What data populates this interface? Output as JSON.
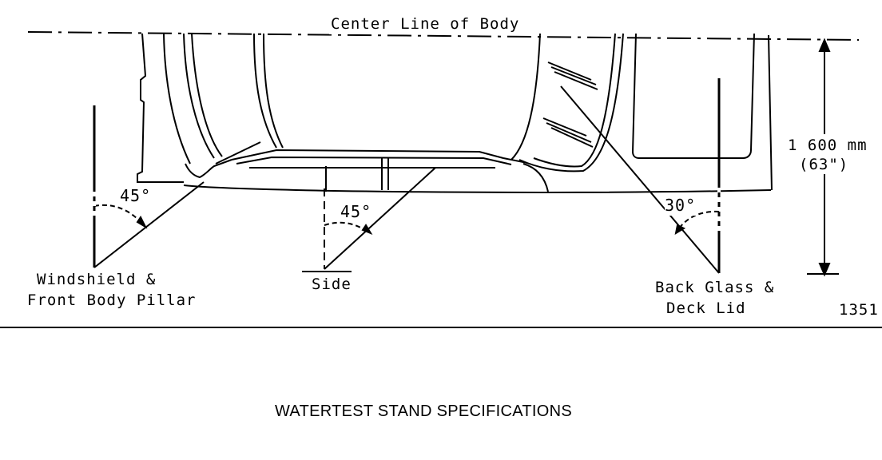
{
  "diagram": {
    "center_line_label": "Center Line of Body",
    "dimension_mm": "1 600 mm",
    "dimension_in": "(63\")",
    "angles": {
      "windshield": "45°",
      "side": "45°",
      "back_glass": "30°"
    },
    "labels": {
      "windshield_line1": "Windshield &",
      "windshield_line2": "Front Body Pillar",
      "side": "Side",
      "back_line1": "Back Glass &",
      "back_line2": "Deck Lid"
    },
    "figure_number": "1351"
  },
  "caption": "WATERTEST STAND SPECIFICATIONS"
}
